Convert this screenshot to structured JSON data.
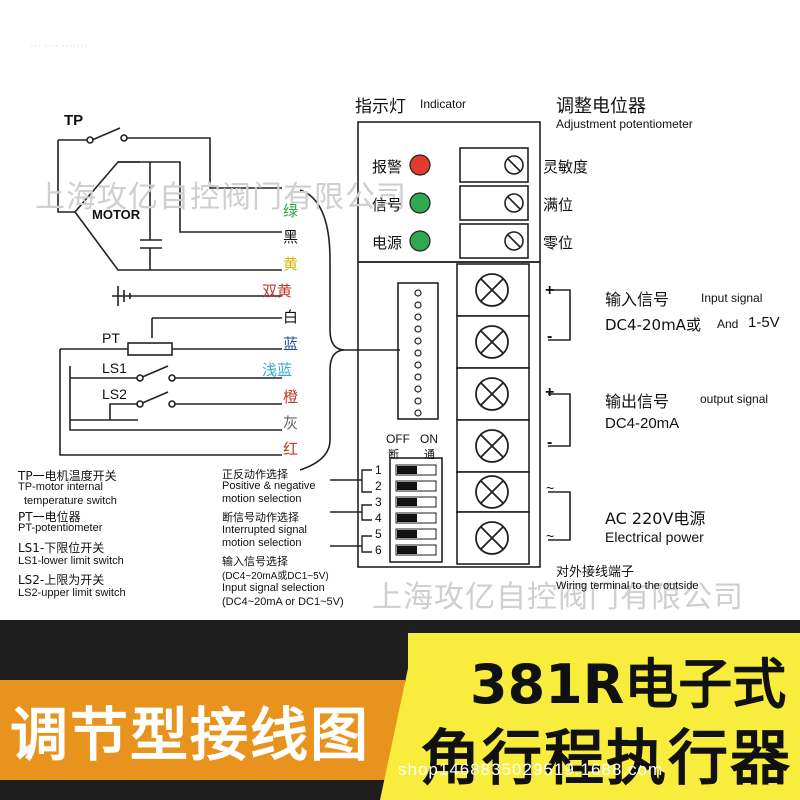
{
  "header_blur_text": "··· ···· ·······",
  "watermarks": [
    "上海攻亿自控阀门有限公司",
    "上海攻亿自控阀门有限公司"
  ],
  "indicator_title_cn": "指示灯",
  "indicator_title_en": "Indicator",
  "pot_title_cn": "调整电位器",
  "pot_title_en": "Adjustment potentiometer",
  "indicators": [
    {
      "label": "报警",
      "color": "#e23a2e"
    },
    {
      "label": "信号",
      "color": "#2fa84f"
    },
    {
      "label": "电源",
      "color": "#2fa84f"
    }
  ],
  "pots": [
    "灵敏度",
    "满位",
    "零位"
  ],
  "wires": [
    {
      "label": "绿",
      "color": "#2fa84f"
    },
    {
      "label": "黑",
      "color": "#111111"
    },
    {
      "label": "黄",
      "color": "#d9b500"
    },
    {
      "label": "双黄",
      "color": "#c0392b"
    },
    {
      "label": "白",
      "color": "#111111"
    },
    {
      "label": "蓝",
      "color": "#1d4fa5"
    },
    {
      "label": "浅蓝",
      "color": "#35a6d8"
    },
    {
      "label": "橙",
      "color": "#c0392b"
    },
    {
      "label": "灰",
      "color": "#666666"
    },
    {
      "label": "红",
      "color": "#c0392b"
    }
  ],
  "motor_labels": {
    "tp": "TP",
    "motor": "MOTOR",
    "pt": "PT",
    "ls1": "LS1",
    "ls2": "LS2"
  },
  "legend": [
    "TP一电机温度开关",
    "TP-motor internal",
    "temperature switch",
    "PT一电位器",
    "PT-potentiometer",
    "LS1-下限位开关",
    "LS1-lower limit switch",
    "LS2-上限为开关",
    "LS2-upper limit switch"
  ],
  "dip": {
    "off": "OFF",
    "on": "ON",
    "off_cn": "断",
    "on_cn": "通",
    "numbers": [
      "1",
      "2",
      "3",
      "4",
      "5",
      "6"
    ],
    "notes": [
      "正反动作选择",
      "Positive & negative",
      "motion selection",
      "断信号动作选择",
      "Interrupted signal",
      "motion selection",
      "输入信号选择",
      "(DC4~20mA或DC1~5V)",
      "Input signal selection",
      "(DC4~20mA or DC1~5V)"
    ]
  },
  "signals": {
    "input_cn": "输入信号",
    "input_en": "Input signal",
    "input_spec_a": "DC4-20mA或",
    "input_spec_and": "And",
    "input_spec_b": "1-5V",
    "output_cn": "输出信号",
    "output_en": "output signal",
    "output_spec": "DC4-20mA",
    "power_ac": "AC  220V电源",
    "power_en": "Electrical power",
    "plus": "+",
    "minus": "-",
    "tilde": "~"
  },
  "terminal_cn": "对外接线端子",
  "terminal_en": "Wiring terminal to the outside",
  "bottom": {
    "left_title": "调节型接线图",
    "right_line1": "381R电子式",
    "right_line2": "角行程执行器",
    "shop": "shop1468835029519.1688.com"
  }
}
